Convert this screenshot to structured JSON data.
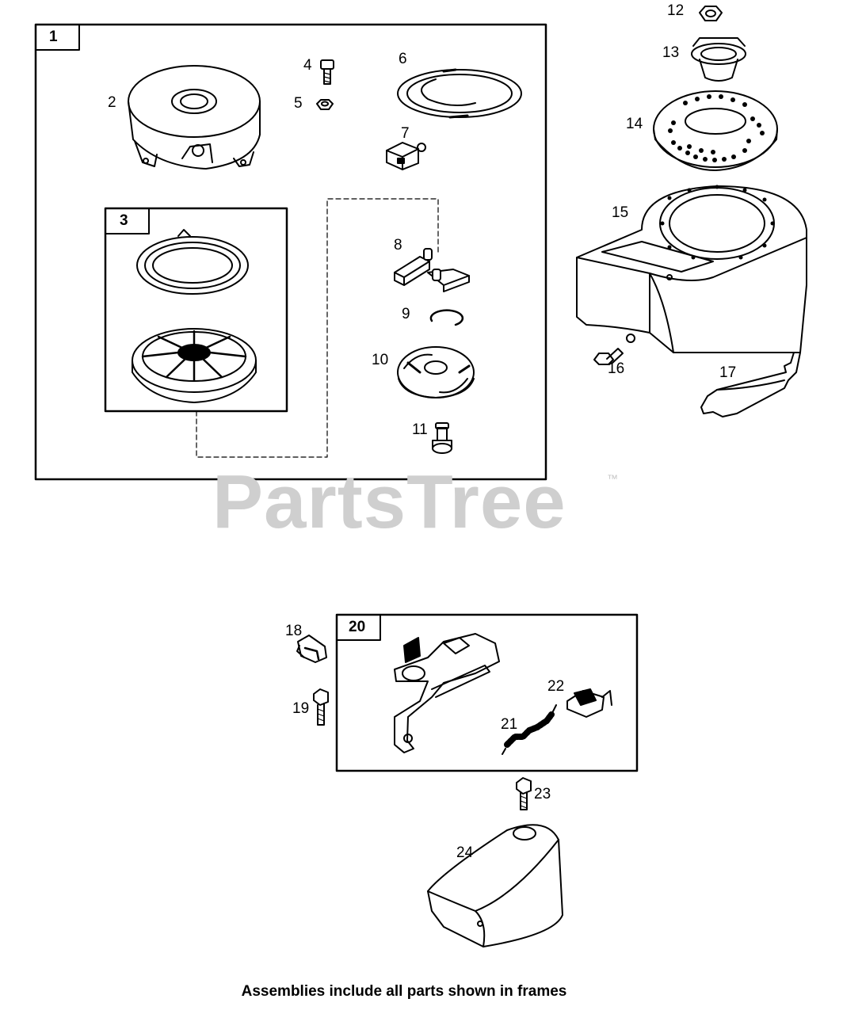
{
  "frames": [
    {
      "id": "frame-1",
      "tag": "1"
    },
    {
      "id": "frame-3",
      "tag": "3"
    },
    {
      "id": "frame-20",
      "tag": "20"
    }
  ],
  "callouts": [
    "2",
    "4",
    "5",
    "6",
    "7",
    "8",
    "9",
    "10",
    "11",
    "12",
    "13",
    "14",
    "15",
    "16",
    "17",
    "18",
    "19",
    "21",
    "22",
    "23",
    "24"
  ],
  "watermark": {
    "brand": "PartsTree",
    "mark": "™"
  },
  "footer": {
    "caption": "Assemblies include all parts shown in frames"
  },
  "colors": {
    "ink": "#000000",
    "paper": "#ffffff",
    "watermark": "#cfcfcf"
  }
}
